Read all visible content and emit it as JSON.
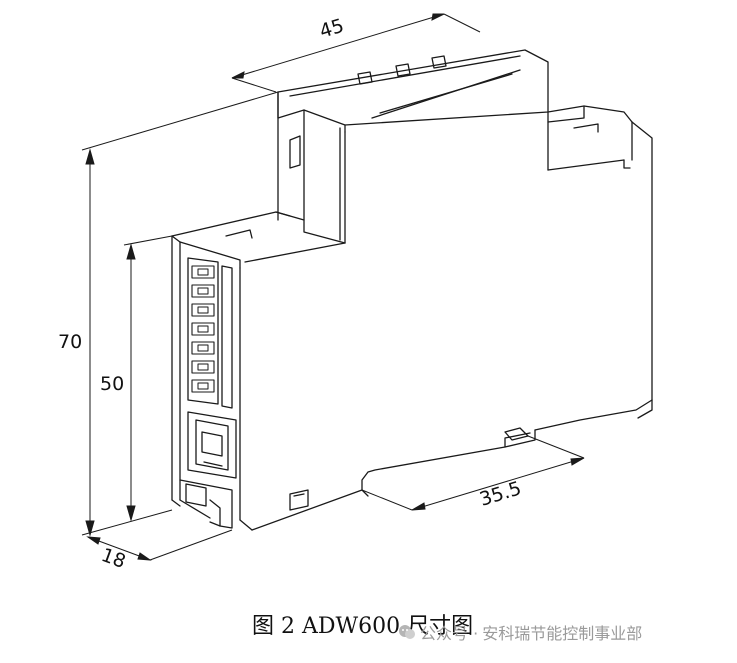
{
  "dimensions": {
    "width": "45",
    "height_total": "70",
    "height_front": "50",
    "depth_front": "18",
    "rail": "35.5"
  },
  "caption": "图 2  ADW600 尺寸图",
  "watermark": {
    "prefix": "公众号 · ",
    "name": "安科瑞节能控制事业部"
  },
  "colors": {
    "line": "#1a1a1a",
    "background": "#ffffff",
    "watermark": "#9a9a9a"
  }
}
